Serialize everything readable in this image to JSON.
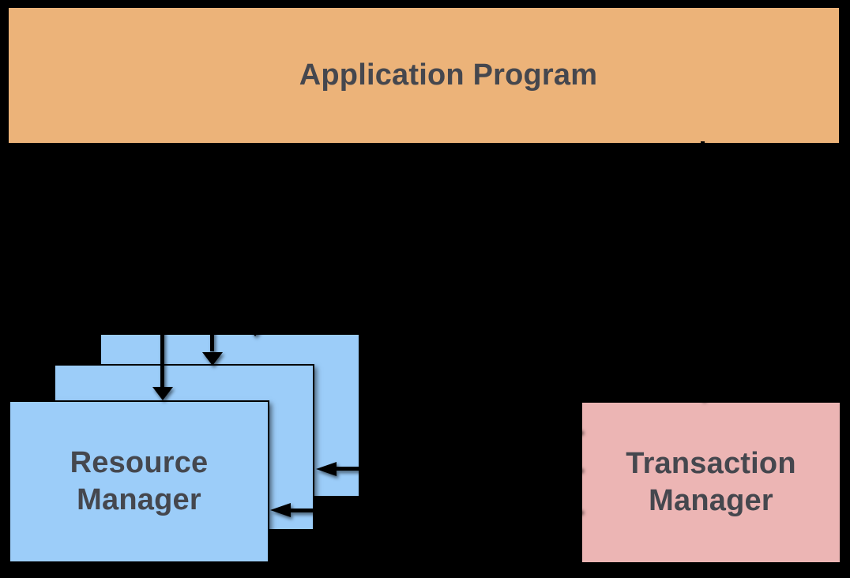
{
  "colors": {
    "background": "#000000",
    "app_box": "#ecb379",
    "rm_box": "#9ccdf9",
    "tm_box": "#ecb5b4",
    "label_text": "#45474e",
    "arrow": "#000000"
  },
  "diagram": {
    "nodes": {
      "application_program": {
        "label": "Application Program"
      },
      "resource_manager": {
        "label": "Resource Manager",
        "stack_count": 3
      },
      "transaction_manager": {
        "label": "Transaction Manager"
      }
    },
    "edges": [
      {
        "id": "ap-to-rm-front",
        "from": "application_program",
        "to": "resource_manager",
        "direction": "down"
      },
      {
        "id": "ap-to-rm-middle",
        "from": "application_program",
        "to": "resource_manager",
        "direction": "down"
      },
      {
        "id": "ap-to-rm-back",
        "from": "application_program",
        "to": "resource_manager",
        "direction": "down"
      },
      {
        "id": "ap-to-tm",
        "from": "application_program",
        "to": "transaction_manager",
        "direction": "down"
      },
      {
        "id": "tm-to-rm-back",
        "from": "transaction_manager",
        "to": "resource_manager",
        "direction": "left"
      },
      {
        "id": "tm-to-rm-middle",
        "from": "transaction_manager",
        "to": "resource_manager",
        "direction": "left"
      },
      {
        "id": "tm-to-rm-front",
        "from": "transaction_manager",
        "to": "resource_manager",
        "direction": "left"
      }
    ]
  }
}
